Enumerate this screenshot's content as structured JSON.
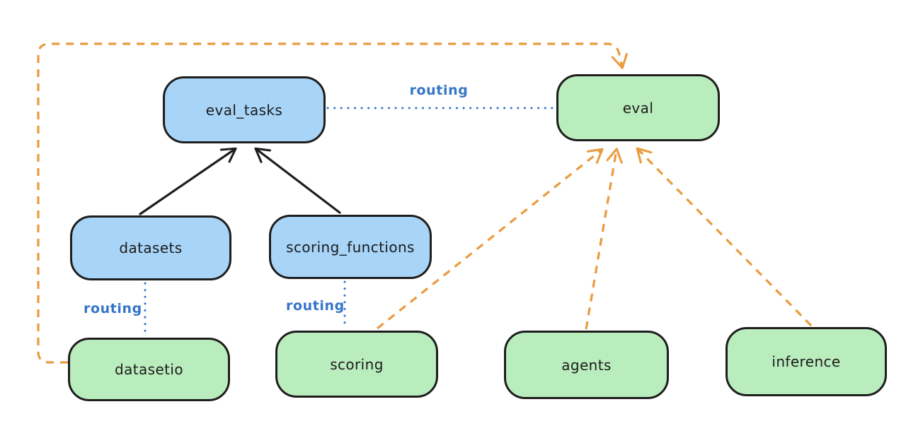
{
  "colors": {
    "stroke": "#1e1e1e",
    "blue_fill": "#a8d4f7",
    "green_fill": "#baedbd",
    "routing_blue": "#3575c9",
    "orange": "#e99b3d",
    "background": "#ffffff"
  },
  "nodes": {
    "eval_tasks": {
      "label": "eval_tasks",
      "fill": "blue"
    },
    "eval": {
      "label": "eval",
      "fill": "green"
    },
    "datasets": {
      "label": "datasets",
      "fill": "blue"
    },
    "scoring_functions": {
      "label": "scoring_functions",
      "fill": "blue"
    },
    "datasetio": {
      "label": "datasetio",
      "fill": "green"
    },
    "scoring": {
      "label": "scoring",
      "fill": "green"
    },
    "agents": {
      "label": "agents",
      "fill": "green"
    },
    "inference": {
      "label": "inference",
      "fill": "green"
    }
  },
  "edges": [
    {
      "from": "datasets",
      "to": "eval_tasks",
      "style": "solid",
      "color": "black",
      "arrow": true
    },
    {
      "from": "scoring_functions",
      "to": "eval_tasks",
      "style": "solid",
      "color": "black",
      "arrow": true
    },
    {
      "from": "eval_tasks",
      "to": "eval",
      "style": "dotted",
      "color": "blue",
      "arrow": false,
      "label": "routing"
    },
    {
      "from": "datasets",
      "to": "datasetio",
      "style": "dotted",
      "color": "blue",
      "arrow": false,
      "label": "routing"
    },
    {
      "from": "scoring_functions",
      "to": "scoring",
      "style": "dotted",
      "color": "blue",
      "arrow": false,
      "label": "routing"
    },
    {
      "from": "datasetio",
      "to": "eval",
      "style": "dashed",
      "color": "orange",
      "arrow": true
    },
    {
      "from": "scoring",
      "to": "eval",
      "style": "dashed",
      "color": "orange",
      "arrow": true
    },
    {
      "from": "agents",
      "to": "eval",
      "style": "dashed",
      "color": "orange",
      "arrow": true
    },
    {
      "from": "inference",
      "to": "eval",
      "style": "dashed",
      "color": "orange",
      "arrow": true
    }
  ]
}
